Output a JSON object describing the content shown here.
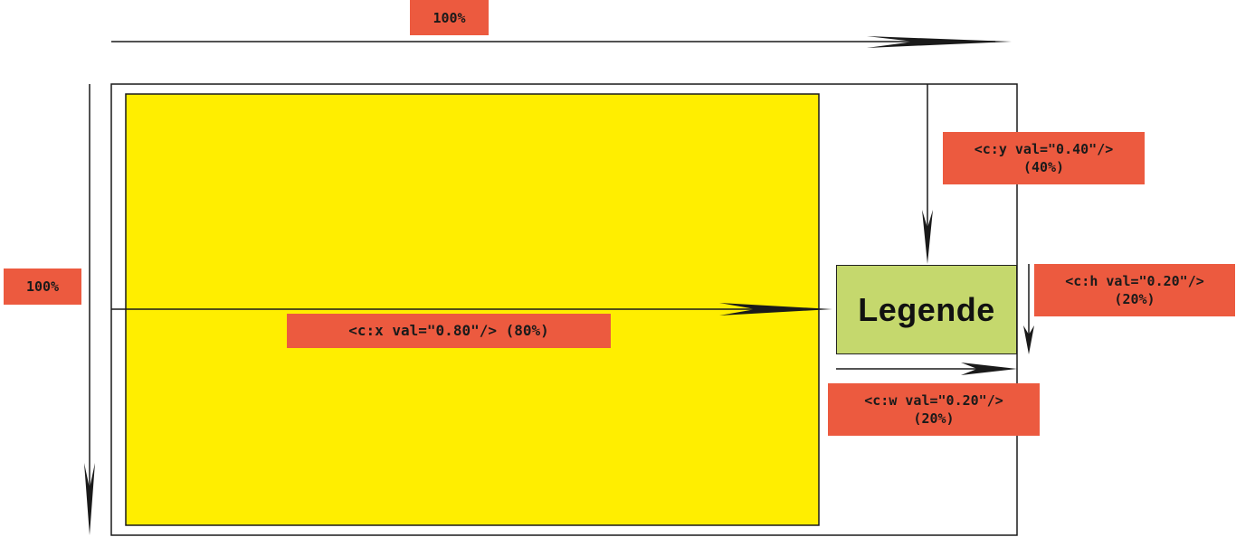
{
  "labels": {
    "width_total": "100%",
    "height_total": "100%",
    "x_tag": "<c:x val=\"0.80\"/> (80%)",
    "y_tag_line1": "<c:y val=\"0.40\"/>",
    "y_tag_line2": "(40%)",
    "h_tag_line1": "<c:h val=\"0.20\"/>",
    "h_tag_line2": "(20%)",
    "w_tag_line1": "<c:w val=\"0.20\"/>",
    "w_tag_line2": "(20%)",
    "legend": "Legende"
  },
  "colors": {
    "tag": "#ec5a3f",
    "plot_area": "#ffee00",
    "legend_box": "#c5d86d",
    "stroke": "#1a1a1a"
  }
}
